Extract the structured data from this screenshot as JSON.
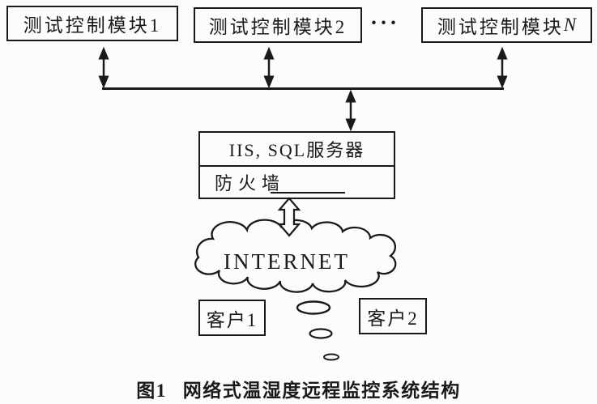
{
  "colors": {
    "ink": "#1a1a1a",
    "paper": "#fcfcfc"
  },
  "modules": {
    "m1": "测试控制模块1",
    "m2": "测试控制模块2",
    "mn_prefix": "测试控制模块",
    "mn_suffix": "N",
    "ellipsis": "···"
  },
  "server": {
    "line1": "IIS, SQL服务器",
    "firewall": "防火墙"
  },
  "cloud": {
    "label": "INTERNET"
  },
  "clients": {
    "c1": "客户1",
    "c2": "客户2"
  },
  "caption": {
    "figure": "图1",
    "text": "网络式温湿度远程监控系统结构"
  }
}
